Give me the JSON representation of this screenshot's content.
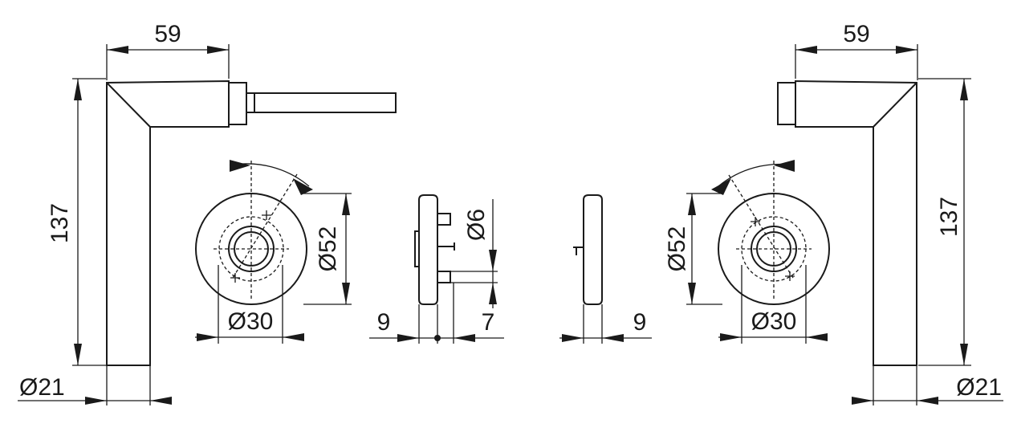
{
  "labels": {
    "left_width_59": "59",
    "right_width_59": "59",
    "left_height_137": "137",
    "right_height_137": "137",
    "left_diameter_21": "Ø21",
    "right_diameter_21": "Ø21",
    "left_rose_52": "Ø52",
    "right_rose_52": "Ø52",
    "left_inner_30": "Ø30",
    "right_inner_30": "Ø30",
    "pin_6": "Ø6",
    "left_thickness_9": "9",
    "right_thickness_9": "9",
    "spacing_7": "7"
  }
}
